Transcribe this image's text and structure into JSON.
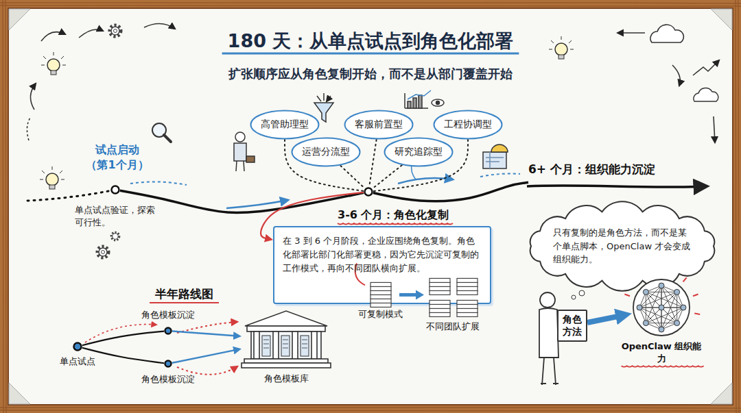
{
  "diagram": {
    "title": "180 天：从单点试点到角色化部署",
    "nodes": [
      {
        "text": [
          "试点启动 （第1个月）",
          "单点试点验证，探索可行性。"
        ]
      },
      {
        "text": [
          "3-6 个月：角色化复制"
        ]
      },
      {
        "text": [
          "6+ 个月：组织能力沉淀"
        ]
      },
      {
        "text": [
          "高管助理型"
        ]
      },
      {
        "text": [
          "运营分流型"
        ]
      },
      {
        "text": [
          "客服前置型"
        ]
      },
      {
        "text": [
          "研究追踪型"
        ]
      },
      {
        "text": [
          "工程协调型"
        ]
      },
      {
        "text": [
          "在 3 到 6 个月阶段，企业应围绕角色复制。角色化部署比部门化部署更稳，因为它先沉淀可复制的工作模式，再向不同团队横向扩展。"
        ]
      },
      {
        "text": [
          "只有复制的是角色方法，而不是某个单点脚本，OpenClaw 才会变成组织能力。"
        ]
      },
      {
        "text": [
          "单点试点"
        ]
      },
      {
        "text": [
          "角色模板沉淀"
        ]
      },
      {
        "text": [
          "角色模板沉淀"
        ]
      },
      {
        "text": [
          "角色模板库"
        ]
      },
      {
        "text": [
          "角色 方法"
        ]
      },
      {
        "text": [
          "OpenClaw 组织能力"
        ]
      }
    ],
    "edges": [
      {
        "from": 0,
        "to": 1,
        "arrow": "none"
      },
      {
        "from": 1,
        "to": 2,
        "arrow": "none"
      },
      {
        "from": 3,
        "to": 1,
        "arrow": "none"
      },
      {
        "from": 4,
        "to": 1,
        "arrow": "none"
      },
      {
        "from": 5,
        "to": 1,
        "arrow": "none"
      },
      {
        "from": 6,
        "to": 1,
        "arrow": "none"
      },
      {
        "from": 7,
        "to": 1,
        "arrow": "none"
      },
      {
        "from": 1,
        "to": 8,
        "arrow": "to"
      },
      {
        "from": 10,
        "to": 11,
        "arrow": "none"
      },
      {
        "from": 10,
        "to": 12,
        "arrow": "none"
      },
      {
        "from": 11,
        "to": 13,
        "arrow": "to"
      },
      {
        "from": 12,
        "to": 13,
        "arrow": "to"
      },
      {
        "from": 14,
        "to": 15,
        "arrow": "to"
      }
    ],
    "labels": [
      "扩张顺序应从角色复制开始，而不是从部门覆盖开始",
      "可复制模式",
      "不同团队扩展",
      "半年路线图"
    ]
  }
}
